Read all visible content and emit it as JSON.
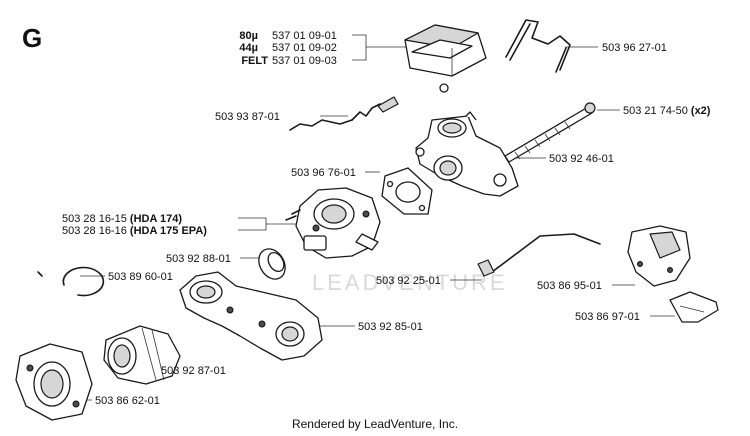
{
  "section_letter": "G",
  "watermark": "LEADVENTURE",
  "footer": "Rendered by LeadVenture, Inc.",
  "filter_options": [
    {
      "grade": "80",
      "unit": "µ",
      "part": "537 01 09-01"
    },
    {
      "grade": "44",
      "unit": "µ",
      "part": "537 01 09-02"
    },
    {
      "grade": "FELT",
      "unit": "",
      "part": "537 01 09-03"
    }
  ],
  "callouts": {
    "clip": "503 96 27-01",
    "bolt": {
      "part": "503 21 74-50",
      "qty": "(x2)"
    },
    "rod": "503 93 87-01",
    "bracket_top": "503 92 46-01",
    "gasket": "503 96 76-01",
    "carb": [
      {
        "part": "503 28 16-15",
        "variant": "(HDA 174)"
      },
      {
        "part": "503 28 16-16",
        "variant": "(HDA 175 EPA)"
      }
    ],
    "seal_ring": "503 92 88-01",
    "circlip": "503 89 60-01",
    "link_rod": "503 92 25-01",
    "lever": "503 86 95-01",
    "intake": "503 92 85-01",
    "spring_clip": "503 86 97-01",
    "bellows": "503 92 87-01",
    "flange": "503 86 62-01"
  }
}
